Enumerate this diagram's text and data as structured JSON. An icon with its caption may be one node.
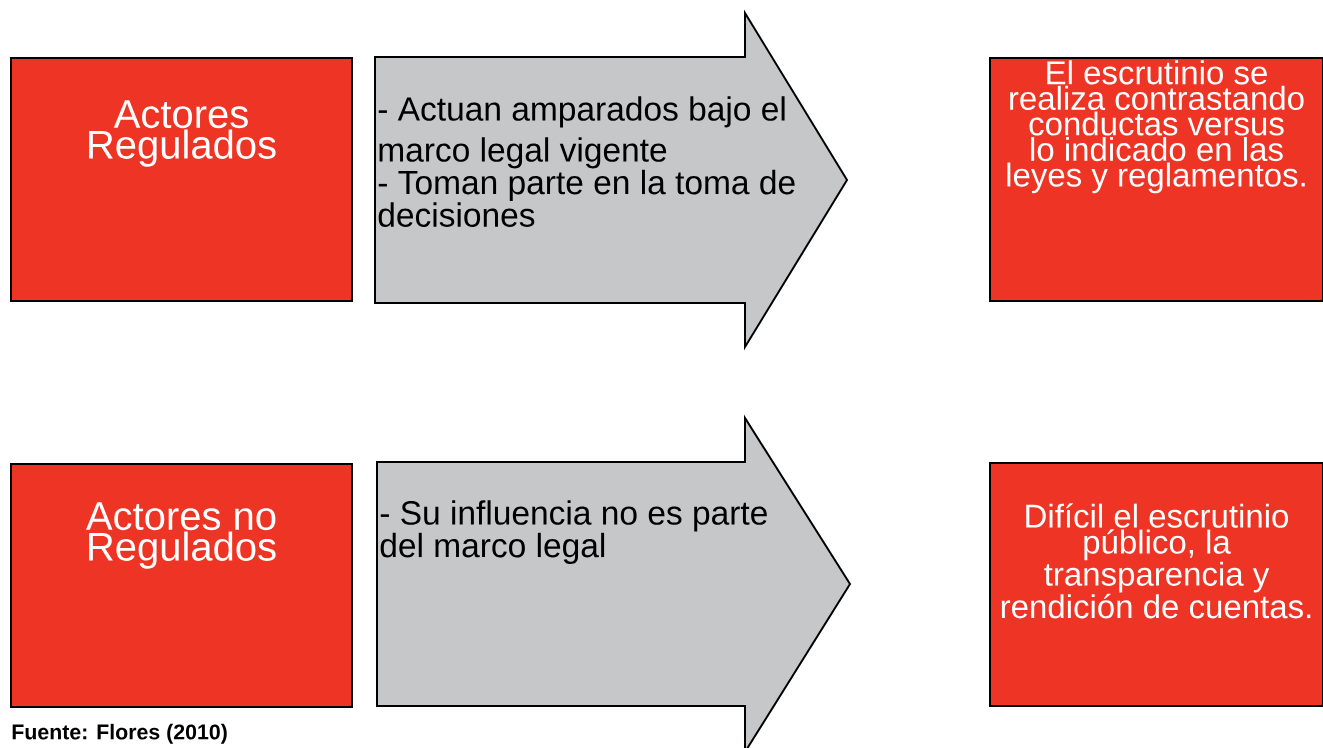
{
  "diagram": {
    "nodes": [
      {
        "text": [
          "Actores Regulados"
        ]
      },
      {
        "text": [
          "- Actuan amparados bajo el marco legal vigente",
          "- Toman parte en la toma de decisiones"
        ]
      },
      {
        "text": [
          "El escrutinio se realiza contrastando conductas versus lo indicado en las leyes y reglamentos."
        ]
      },
      {
        "text": [
          "Actores no Regulados"
        ]
      },
      {
        "text": [
          "- Su influencia no es parte del marco legal"
        ]
      },
      {
        "text": [
          "Difícil el escrutinio público, la transparencia y rendición de cuentas."
        ]
      }
    ],
    "labels": [
      "Fuente: Flores (2010)"
    ]
  }
}
